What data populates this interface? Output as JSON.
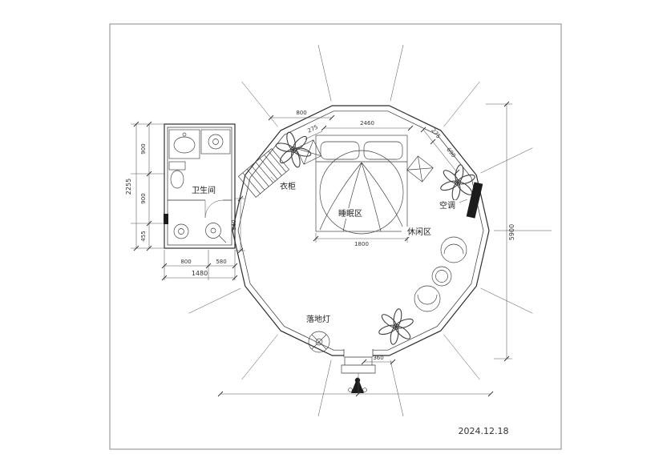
{
  "date": "2024.12.18",
  "labels": {
    "bathroom": "卫生间",
    "wardrobe": "衣柜",
    "sleeping_area": "睡眠区",
    "leisure_area": "休闲区",
    "air_conditioner": "空调",
    "floor_lamp": "落地灯"
  },
  "dims": {
    "overall_height": "5900",
    "bath_height_total": "2255",
    "bath_height_seg_a": "900",
    "bath_height_seg_b": "900",
    "bath_height_seg_c": "455",
    "bath_width_a": "800",
    "bath_width_b": "580",
    "bath_width_total": "1480",
    "bath_side": "940",
    "top_left_edge": "800",
    "top_left_small": "275",
    "top_span": "2460",
    "top_right_small": "275",
    "top_right_edge": "690",
    "bed_width": "1800",
    "entrance_width": "360"
  },
  "colors": {
    "line": "#3a3a3a",
    "wall": "#2e2e2e",
    "unit_fill": "#1c1c1c",
    "background": "#ffffff"
  }
}
